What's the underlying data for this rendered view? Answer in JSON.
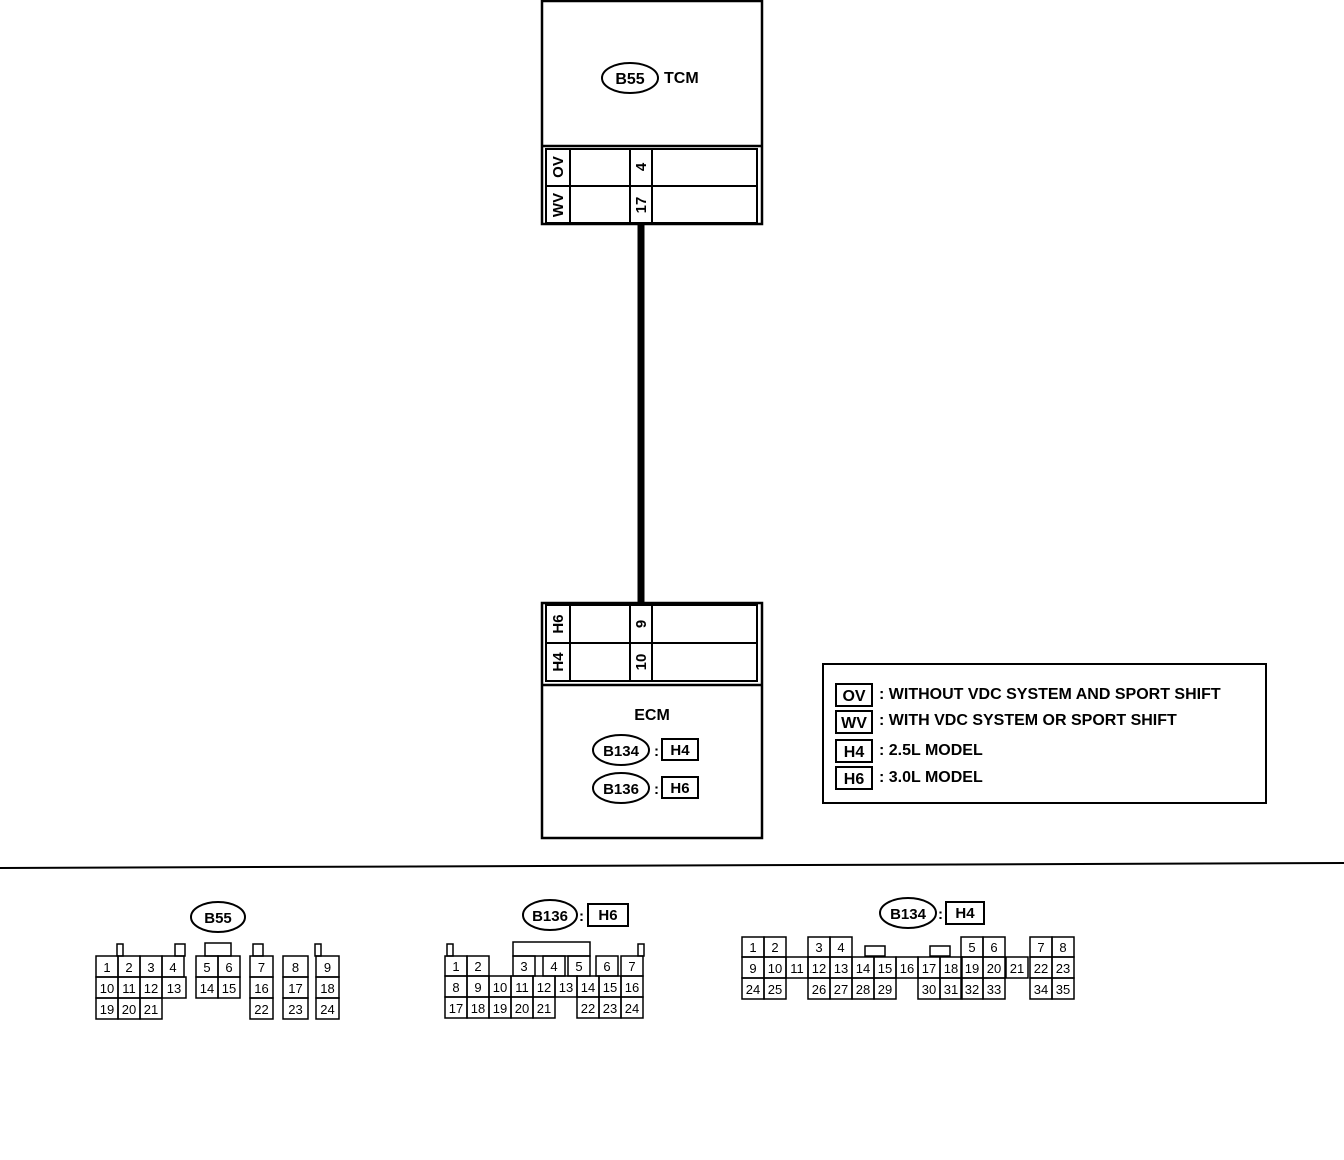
{
  "tcm": {
    "connector_id": "B55",
    "title": "TCM",
    "rows": [
      {
        "variant": "OV",
        "pin": "4"
      },
      {
        "variant": "WV",
        "pin": "17"
      }
    ]
  },
  "ecm": {
    "title": "ECM",
    "rows": [
      {
        "variant": "H6",
        "pin": "9"
      },
      {
        "variant": "H4",
        "pin": "10"
      }
    ],
    "connectors": [
      {
        "connector_id": "B134",
        "variant": "H4"
      },
      {
        "connector_id": "B136",
        "variant": "H6"
      }
    ]
  },
  "legend": [
    {
      "code": "OV",
      "text": ": WITHOUT VDC SYSTEM AND SPORT SHIFT"
    },
    {
      "code": "WV",
      "text": ": WITH VDC SYSTEM OR SPORT SHIFT"
    },
    {
      "code": "H4",
      "text": ": 2.5L MODEL"
    },
    {
      "code": "H6",
      "text": ": 3.0L MODEL"
    }
  ],
  "connector_views": {
    "b55": {
      "label": "B55",
      "row1": [
        "1",
        "2",
        "3",
        "4",
        "5",
        "6",
        "7",
        "8",
        "9"
      ],
      "row2": [
        "10",
        "11",
        "12",
        "13",
        "14",
        "15",
        "16",
        "17",
        "18"
      ],
      "row3": [
        "19",
        "20",
        "21",
        "22",
        "23",
        "24"
      ]
    },
    "b136": {
      "label": "B136",
      "variant": "H6",
      "row1": [
        "1",
        "2",
        "3",
        "4",
        "5",
        "6",
        "7"
      ],
      "row2": [
        "8",
        "9",
        "10",
        "11",
        "12",
        "13",
        "14",
        "15",
        "16"
      ],
      "row3": [
        "17",
        "18",
        "19",
        "20",
        "21",
        "22",
        "23",
        "24"
      ]
    },
    "b134": {
      "label": "B134",
      "variant": "H4",
      "row1": [
        "1",
        "2",
        "3",
        "4",
        "5",
        "6",
        "7",
        "8"
      ],
      "row2": [
        "9",
        "10",
        "11",
        "12",
        "13",
        "14",
        "15",
        "16",
        "17",
        "18",
        "19",
        "20",
        "21",
        "22",
        "23"
      ],
      "row3": [
        "24",
        "25",
        "26",
        "27",
        "28",
        "29",
        "30",
        "31",
        "32",
        "33",
        "34",
        "35"
      ]
    }
  }
}
